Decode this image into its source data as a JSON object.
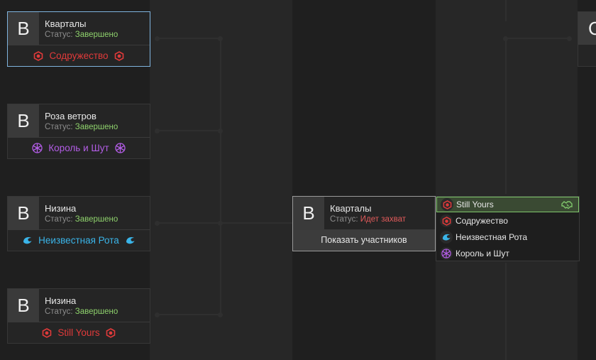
{
  "status_label": "Статус:",
  "cards": [
    {
      "letter": "B",
      "name": "Кварталы",
      "status": "Завершено",
      "team": "Содружество",
      "team_color": "#e03a3a",
      "icon": "shield-icon"
    },
    {
      "letter": "B",
      "name": "Роза ветров",
      "status": "Завершено",
      "team": "Король и Шут",
      "team_color": "#b35de6",
      "icon": "snowflake-icon"
    },
    {
      "letter": "B",
      "name": "Низина",
      "status": "Завершено",
      "team": "Неизвестная Рота",
      "team_color": "#3ab4e8",
      "icon": "wave-icon"
    },
    {
      "letter": "B",
      "name": "Низина",
      "status": "Завершено",
      "team": "Still Yours",
      "team_color": "#e03a3a",
      "icon": "shield-icon"
    }
  ],
  "center_card": {
    "letter": "B",
    "name": "Кварталы",
    "status": "Идет захват",
    "button": "Показать участников"
  },
  "participants": [
    {
      "name": "Still Yours",
      "icon": "shield-icon",
      "color": "#e03a3a",
      "active": true
    },
    {
      "name": "Содружество",
      "icon": "shield-icon",
      "color": "#e03a3a",
      "active": false
    },
    {
      "name": "Неизвестная Рота",
      "icon": "wave-icon",
      "color": "#3ab4e8",
      "active": false
    },
    {
      "name": "Король и Шут",
      "icon": "snowflake-icon",
      "color": "#b35de6",
      "active": false
    }
  ],
  "edge_card": {
    "letter": "C"
  },
  "colors": {
    "done": "#8ed16c",
    "capturing": "#e05a5a",
    "active_border": "#7fc56b"
  }
}
